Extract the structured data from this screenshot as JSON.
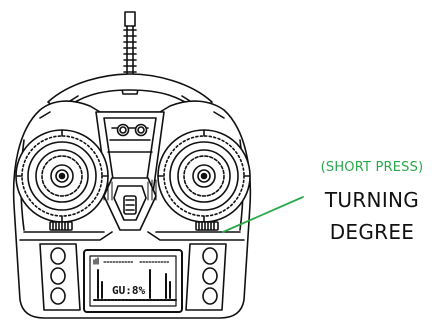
{
  "callout": {
    "mode_label": "(SHORT PRESS)",
    "title_line1": "TURNING",
    "title_line2": "DEGREE"
  },
  "lcd": {
    "readout": "GU:8%"
  },
  "colors": {
    "leader_line": "#2aa84a",
    "mode_label": "#2aa84a",
    "outline": "#111111"
  },
  "icons": {
    "left_stick": "gimbal-stick-icon",
    "right_stick": "gimbal-stick-icon",
    "antenna": "antenna-icon"
  }
}
